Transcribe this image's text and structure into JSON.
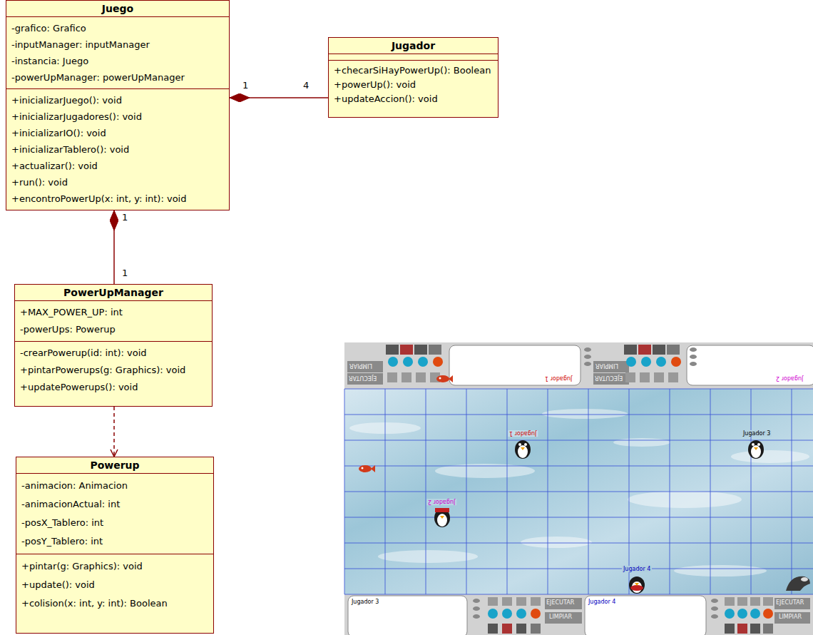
{
  "diagram": {
    "nodes": [
      {
        "text": [
          "Juego",
          "-grafico: Grafico",
          "-inputManager: inputManager",
          "-instancia: Juego",
          "-powerUpManager: powerUpManager",
          "+inicializarJuego(): void",
          "+inicializarJugadores(): void",
          "+inicializarIO(): void",
          "+inicializarTablero(): void",
          "+actualizar(): void",
          "+run(): void",
          "+encontroPowerUp(x: int, y: int): void"
        ]
      },
      {
        "text": [
          "Jugador",
          "+checarSiHayPowerUp(): Boolean",
          "+powerUp(): void",
          "+updateAccion(): void"
        ]
      },
      {
        "text": [
          "PowerUpManager",
          "+MAX_POWER_UP: int",
          "-powerUps: Powerup",
          "-crearPowerup(id: int): void",
          "+pintarPowerups(g: Graphics): void",
          "+updatePowerups(): void"
        ]
      },
      {
        "text": [
          "Powerup",
          "-animacion: Animacion",
          "-animacionActual: int",
          "-posX_Tablero: int",
          "-posY_Tablero: int",
          "+pintar(g: Graphics): void",
          "+update(): void",
          "+colision(x: int, y: int): Boolean"
        ]
      }
    ],
    "edges": [
      {
        "from": 1,
        "to": 0,
        "arrow": "to"
      },
      {
        "from": 2,
        "to": 0,
        "arrow": "to"
      },
      {
        "from": 2,
        "to": 3,
        "arrow": "to"
      }
    ],
    "labels": [
      "1",
      "4",
      "1",
      "1",
      "LIMPIAR",
      "EJECUTAR",
      "Jugador 1",
      "LIMPIAR",
      "EJECUTAR",
      "Jugador 2",
      "Jugador 1",
      "Jugador 3",
      "Jugador 2",
      "Jugador 4",
      "Jugador 3",
      "EJECUTAR",
      "LIMPIAR",
      "Jugador 4",
      "EJECUTAR",
      "LIMPIAR"
    ]
  }
}
